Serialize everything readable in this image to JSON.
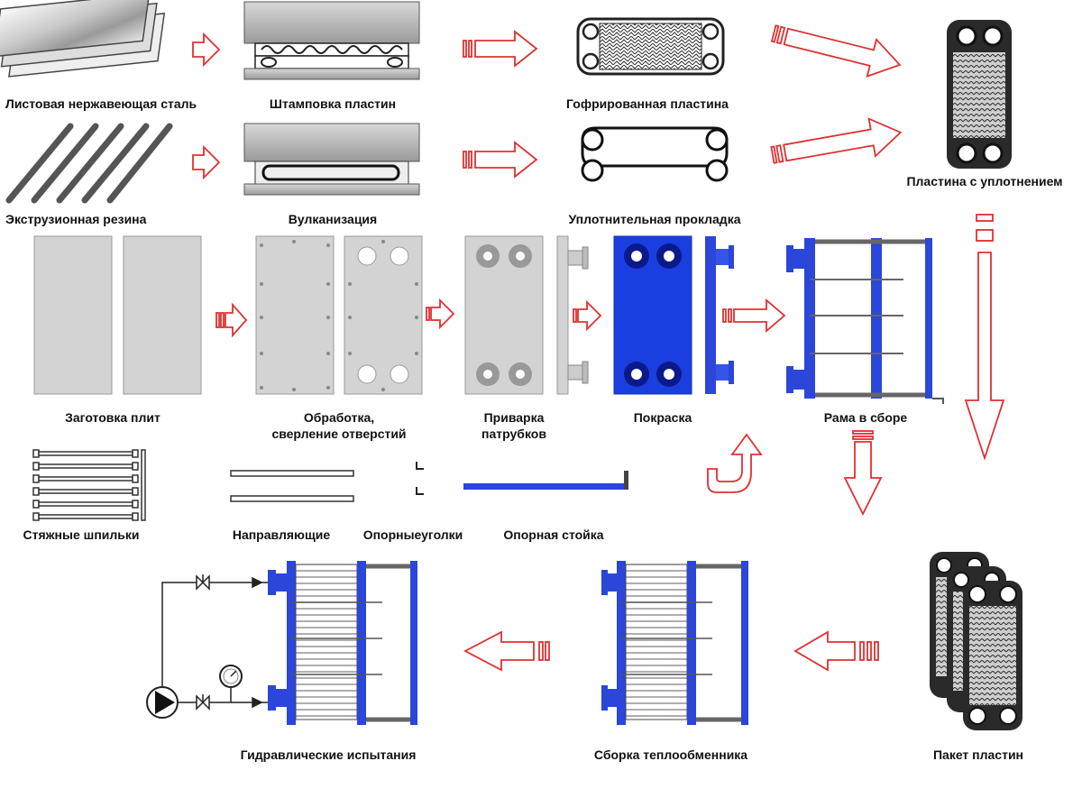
{
  "labels": {
    "sheet_steel": "Листовая нержавеющая сталь",
    "plate_stamping": "Штамповка пластин",
    "corrugated_plate": "Гофрированная пластина",
    "plate_with_gasket": "Пластина с уплотнением",
    "extruded_rubber": "Экструзионная резина",
    "vulcanization": "Вулканизация",
    "sealing_gasket": "Уплотнительная прокладка",
    "plate_blank": "Заготовка плит",
    "machining_line1": "Обработка,",
    "machining_line2": "сверление отверстий",
    "nozzle_welding_line1": "Приварка",
    "nozzle_welding_line2": "патрубков",
    "painting": "Покраска",
    "assembled_frame": "Рама в сборе",
    "tie_studs": "Стяжные шпильки",
    "guides": "Направляющие",
    "support_angles": "Опорныеуголки",
    "support_post": "Опорная стойка",
    "hydraulic_test": "Гидравлические испытания",
    "hx_assembly": "Сборка теплообменника",
    "plate_pack": "Пакет пластин"
  },
  "colors": {
    "arrow": "#e03030",
    "frame_blue": "#2b46d8",
    "paint_blue": "#1a3fe0",
    "gray_plate": "#d6d6d6",
    "dark": "#2a2a2a"
  },
  "icons": {
    "arrow": "hollow-red-arrow",
    "pump": "pump-symbol",
    "valve": "valve-symbol",
    "gauge": "pressure-gauge-symbol"
  }
}
